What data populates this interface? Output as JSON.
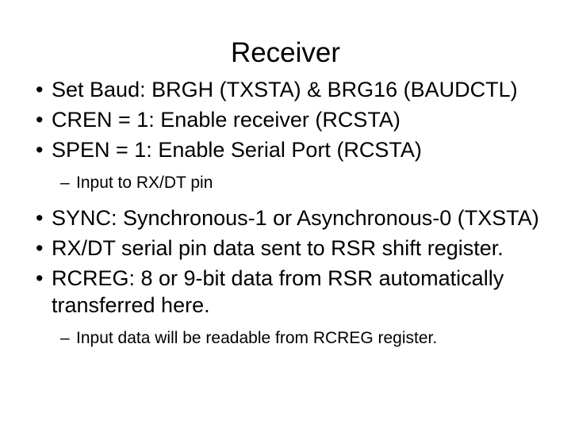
{
  "slide": {
    "title": "Receiver",
    "background_color": "#ffffff",
    "text_color": "#000000",
    "bullet_marker": "•",
    "sub_bullet_marker": "–",
    "content": [
      {
        "level": 1,
        "text": "Set Baud: BRGH (TXSTA) & BRG16 (BAUDCTL)"
      },
      {
        "level": 1,
        "text": "CREN = 1: Enable receiver (RCSTA)"
      },
      {
        "level": 1,
        "text": "SPEN = 1: Enable Serial Port (RCSTA)"
      },
      {
        "level": 2,
        "text": "Input to RX/DT pin"
      },
      {
        "level": 1,
        "text": "SYNC: Synchronous-1 or Asynchronous-0 (TXSTA)"
      },
      {
        "level": 1,
        "text": "RX/DT serial pin data sent to RSR shift register."
      },
      {
        "level": 1,
        "text": "RCREG: 8 or 9-bit data from RSR automatically transferred here."
      },
      {
        "level": 2,
        "text": "Input data will be readable from RCREG register."
      }
    ]
  }
}
